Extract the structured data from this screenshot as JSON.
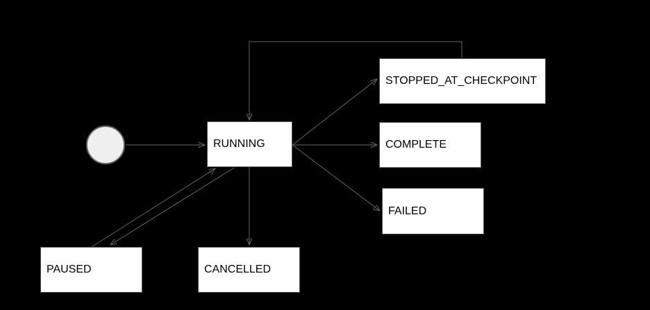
{
  "diagram": {
    "type": "state-machine",
    "colors": {
      "background": "#000000",
      "edge": "#666666",
      "node_fill": "#ffffff",
      "node_border": "#545454",
      "node_text": "#000000",
      "start_fill": "#efefef",
      "start_border": "#666666"
    },
    "nodes": {
      "start": {
        "shape": "initial-state-circle",
        "label": ""
      },
      "running": {
        "label": "RUNNING"
      },
      "stopped_at_checkpoint": {
        "label": "STOPPED_AT_CHECKPOINT"
      },
      "complete": {
        "label": "COMPLETE"
      },
      "failed": {
        "label": "FAILED"
      },
      "paused": {
        "label": "PAUSED"
      },
      "cancelled": {
        "label": "CANCELLED"
      }
    },
    "transitions": [
      {
        "from": "start",
        "to": "running"
      },
      {
        "from": "running",
        "to": "stopped_at_checkpoint"
      },
      {
        "from": "stopped_at_checkpoint",
        "to": "running"
      },
      {
        "from": "running",
        "to": "complete"
      },
      {
        "from": "running",
        "to": "failed"
      },
      {
        "from": "running",
        "to": "paused"
      },
      {
        "from": "paused",
        "to": "running"
      },
      {
        "from": "running",
        "to": "cancelled"
      }
    ]
  }
}
